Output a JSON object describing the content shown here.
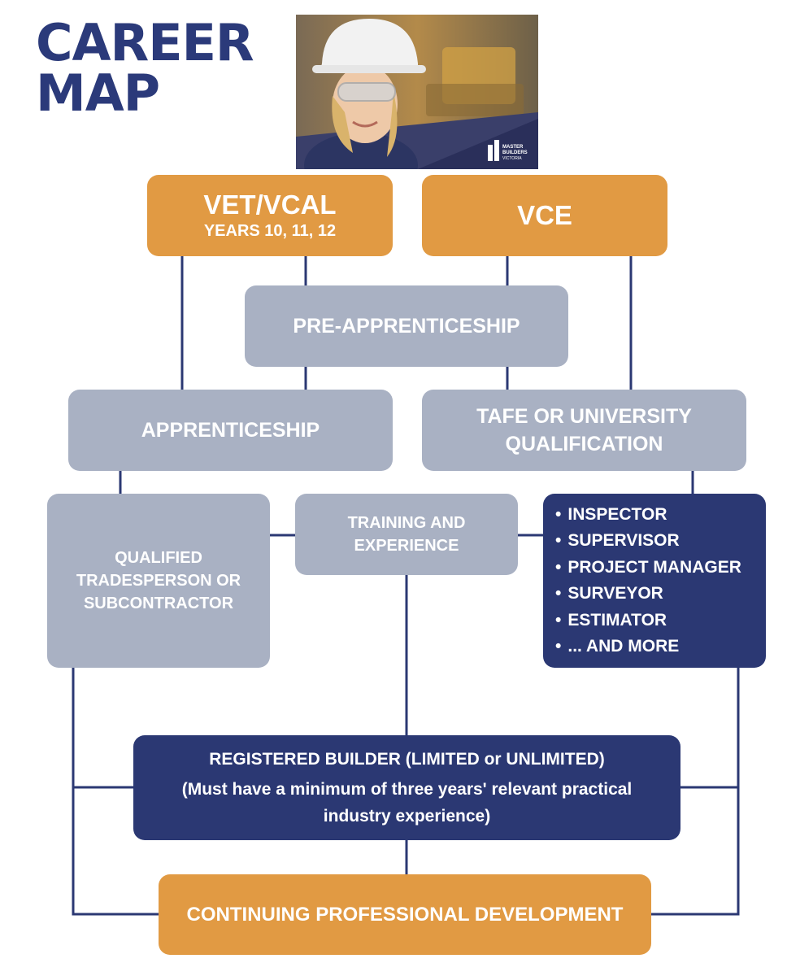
{
  "title": {
    "line1": "CAREER",
    "line2": "MAP"
  },
  "photo": {
    "logo_line1": "MASTER",
    "logo_line2": "BUILDERS",
    "logo_line3": "VICTORIA"
  },
  "boxes": {
    "vet_vcal": {
      "title": "VET/VCAL",
      "subtitle": "YEARS 10, 11, 12"
    },
    "vce": {
      "title": "VCE"
    },
    "pre_apprenticeship": {
      "label": "PRE-APPRENTICESHIP"
    },
    "apprenticeship": {
      "label": "APPRENTICESHIP"
    },
    "tafe": {
      "line1": "TAFE OR UNIVERSITY",
      "line2": "QUALIFICATION"
    },
    "qualified": {
      "line1": "QUALIFIED",
      "line2": "TRADESPERSON OR",
      "line3": "SUBCONTRACTOR"
    },
    "training": {
      "line1": "TRAINING AND",
      "line2": "EXPERIENCE"
    },
    "roles": [
      "INSPECTOR",
      "SUPERVISOR",
      "PROJECT MANAGER",
      "SURVEYOR",
      "ESTIMATOR",
      "... AND MORE"
    ],
    "registered": {
      "line1": "REGISTERED BUILDER (LIMITED or UNLIMITED)",
      "line2": "(Must have a minimum of three years' relevant practical",
      "line3": "industry experience)"
    },
    "cpd": {
      "label": "CONTINUING PROFESSIONAL DEVELOPMENT"
    }
  },
  "colors": {
    "orange": "#e19a43",
    "grey": "#a9b1c3",
    "navy": "#2b3873",
    "line": "#2b3873",
    "title": "#2b3a7a"
  }
}
